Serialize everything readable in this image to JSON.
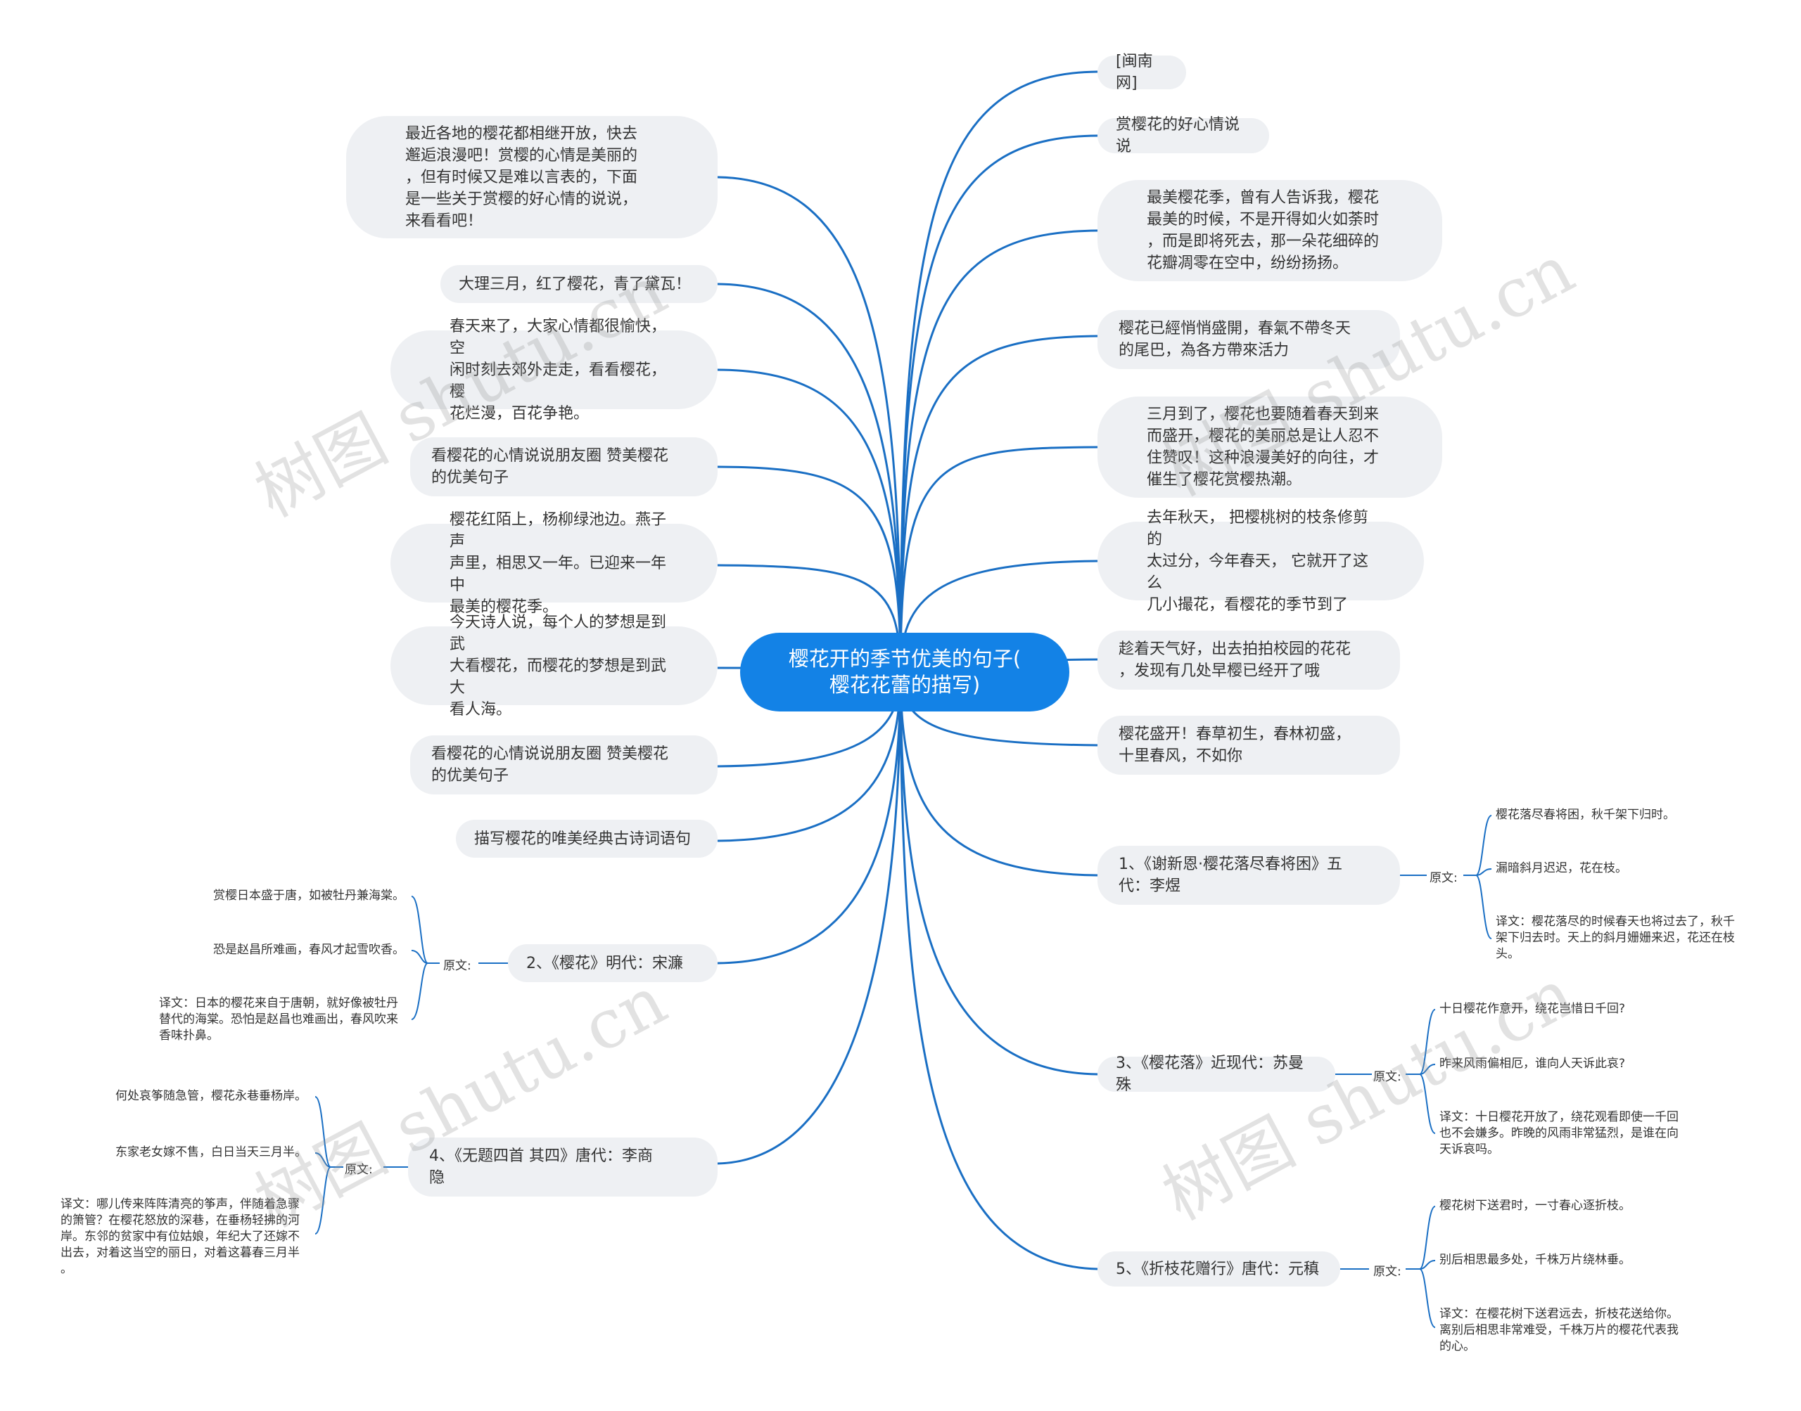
{
  "root": {
    "label": "樱花开的季节优美的句子(\n樱花花蕾的描写)"
  },
  "left_nodes": [
    {
      "text": "最近各地的樱花都相继开放，快去\n邂逅浪漫吧！赏樱的心情是美丽的\n，但有时候又是难以言表的，下面\n是一些关于赏樱的好心情的说说，\n来看看吧！"
    },
    {
      "text": "大理三月，红了樱花，青了黛瓦！"
    },
    {
      "text": "春天来了，大家心情都很愉快，空\n闲时刻去郊外走走，看看樱花，樱\n花烂漫，百花争艳。"
    },
    {
      "text": "看樱花的心情说说朋友圈 赞美樱花\n的优美句子"
    },
    {
      "text": "樱花红陌上，杨柳绿池边。燕子声\n声里，相思又一年。已迎来一年中\n最美的樱花季。"
    },
    {
      "text": "今天诗人说，每个人的梦想是到武\n大看樱花，而樱花的梦想是到武大\n看人海。"
    },
    {
      "text": "看樱花的心情说说朋友圈 赞美樱花\n的优美句子"
    },
    {
      "text": "描写樱花的唯美经典古诗词语句"
    }
  ],
  "right_nodes": [
    {
      "text": "[闽南网]"
    },
    {
      "text": "赏樱花的好心情说说"
    },
    {
      "text": "最美樱花季，曾有人告诉我，樱花\n最美的时候，不是开得如火如荼时\n，而是即将死去，那一朵花细碎的\n花瓣凋零在空中，纷纷扬扬。"
    },
    {
      "text": "樱花已經悄悄盛開，春氣不帶冬天\n的尾巴，為各方帶來活力"
    },
    {
      "text": "三月到了，樱花也要随着春天到来\n而盛开，樱花的美丽总是让人忍不\n住赞叹！这种浪漫美好的向往，才\n催生了樱花赏樱热潮。"
    },
    {
      "text": "去年秋天， 把樱桃树的枝条修剪的\n太过分，今年春天， 它就开了这么\n几小撮花，看樱花的季节到了"
    },
    {
      "text": "趁着天气好，出去拍拍校园的花花\n，发现有几处早樱已经开了哦"
    },
    {
      "text": "樱花盛开！春草初生，春林初盛，\n十里春风，不如你"
    }
  ],
  "poems": [
    {
      "title": "1、《谢新恩·樱花落尽春将困》五\n代：李煜",
      "label": "原文:",
      "lines": [
        "樱花落尽春将困，秋千架下归时。",
        "漏暗斜月迟迟，花在枝。",
        "译文：樱花落尽的时候春天也将过去了，秋千\n架下归去时。天上的斜月姗姗来迟，花还在枝\n头。"
      ]
    },
    {
      "title": "2、《樱花》明代：宋濂",
      "label": "原文:",
      "lines": [
        "赏樱日本盛于唐，如被牡丹兼海棠。",
        "恐是赵昌所难画，春风才起雪吹香。",
        "译文：日本的樱花来自于唐朝，就好像被牡丹\n替代的海棠。恐怕是赵昌也难画出，春风吹来\n香味扑鼻。"
      ]
    },
    {
      "title": "3、《樱花落》近现代：苏曼殊",
      "label": "原文:",
      "lines": [
        "十日樱花作意开，绕花岂惜日千回?",
        "昨来风雨偏相厄，谁向人天诉此哀?",
        "译文：十日樱花开放了，绕花观看即使一千回\n也不会嫌多。昨晚的风雨非常猛烈，是谁在向\n天诉哀吗。"
      ]
    },
    {
      "title": "4、《无题四首 其四》唐代：李商\n隐",
      "label": "原文:",
      "lines": [
        "何处哀筝随急管，樱花永巷垂杨岸。",
        "东家老女嫁不售，白日当天三月半。",
        "译文：哪儿传来阵阵清亮的筝声，伴随着急骤\n的箫管？在樱花怒放的深巷，在垂杨轻拂的河\n岸。东邻的贫家中有位姑娘，年纪大了还嫁不\n出去，对着这当空的丽日，对着这暮春三月半\n。"
      ]
    },
    {
      "title": "5、《折枝花赠行》唐代：元稹",
      "label": "原文:",
      "lines": [
        "樱花树下送君时，一寸春心逐折枝。",
        "别后相思最多处，千株万片绕林垂。",
        "译文：在樱花树下送君远去，折枝花送给你。\n离别后相思非常难受，千株万片的樱花代表我\n的心。"
      ]
    }
  ],
  "watermark": "树图 shutu.cn",
  "colors": {
    "accent": "#1382e6",
    "branch": "#1a6fc4",
    "node_bg": "#eef0f3"
  }
}
